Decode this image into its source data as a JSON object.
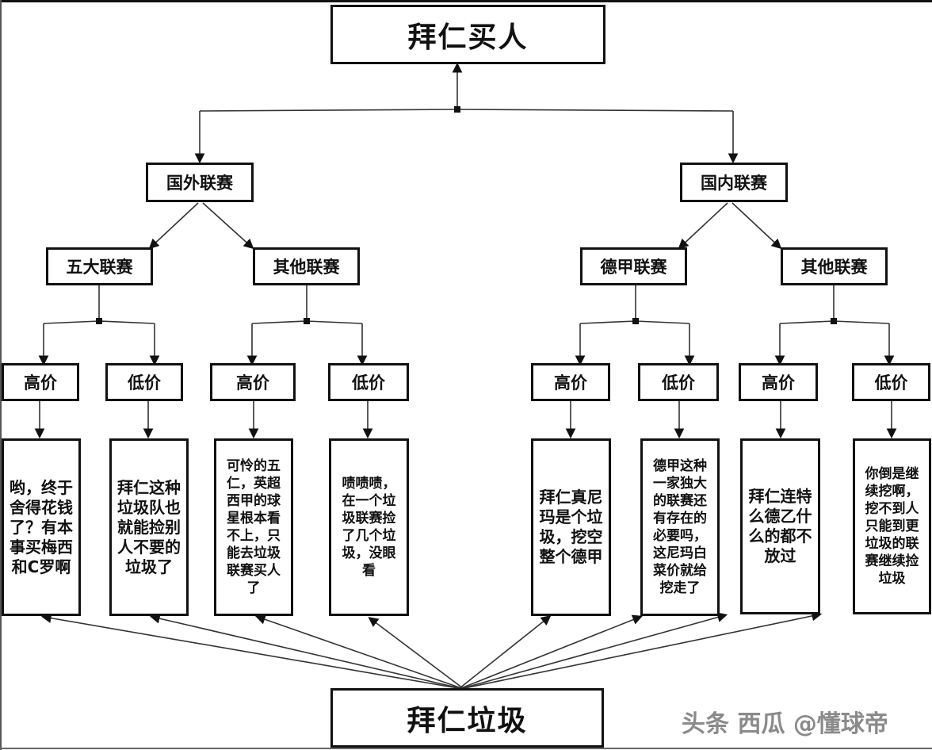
{
  "diagram": {
    "root": "拜仁买人",
    "bottom": "拜仁垃圾",
    "branches": [
      {
        "label": "国外联赛",
        "children": [
          {
            "label": "五大联赛",
            "tiers": [
              {
                "label": "高价",
                "comment": "哟，终于舍得花钱了？有本事买梅西和C罗啊"
              },
              {
                "label": "低价",
                "comment": "拜仁这种垃圾队也就能捡别人不要的垃圾了"
              }
            ]
          },
          {
            "label": "其他联赛",
            "tiers": [
              {
                "label": "高价",
                "comment": "可怜的五仁，英超西甲的球星根本看不上，只能去垃圾联赛买人了"
              },
              {
                "label": "低价",
                "comment": "啧啧啧，在一个垃圾联赛捡了几个垃圾，没眼看"
              }
            ]
          }
        ]
      },
      {
        "label": "国内联赛",
        "children": [
          {
            "label": "德甲联赛",
            "tiers": [
              {
                "label": "高价",
                "comment": "拜仁真尼玛是个垃圾，挖空整个德甲"
              },
              {
                "label": "低价",
                "comment": "德甲这种一家独大的联赛还有存在的必要吗，这尼玛白菜价就给挖走了"
              }
            ]
          },
          {
            "label": "其他联赛",
            "tiers": [
              {
                "label": "高价",
                "comment": "拜仁连特么德乙什么的都不放过"
              },
              {
                "label": "低价",
                "comment": "你倒是继续挖啊，挖不到人只能到更垃圾的联赛继续捡垃圾"
              }
            ]
          }
        ]
      }
    ]
  },
  "watermark": "头条 西瓜 @懂球帝",
  "colors": {
    "line": "#111111",
    "watermark": "#8a8a8a"
  }
}
